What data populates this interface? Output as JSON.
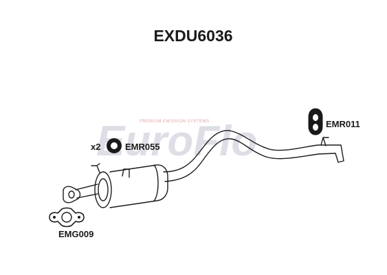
{
  "diagram": {
    "title": "EXDU6036",
    "watermark": {
      "brand": "EuroFlo",
      "tagline": "PREMIUM EMISSION SYSTEMS"
    },
    "parts": [
      {
        "code": "EMR011",
        "qty_label": "",
        "icon": "rubber-hanger-icon"
      },
      {
        "code": "EMR055",
        "qty_label": "x2",
        "icon": "rubber-mount-icon"
      },
      {
        "code": "EMG009",
        "qty_label": "",
        "icon": "flange-gasket-icon"
      }
    ],
    "colors": {
      "ink": "#1a1a1a",
      "watermark_text": "#dedee6",
      "watermark_accent": "#e6a3a3"
    }
  }
}
